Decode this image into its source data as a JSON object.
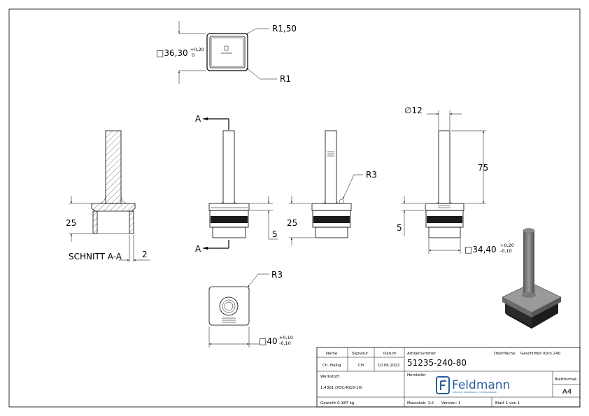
{
  "drawing": {
    "top_view": {
      "size_label": "□36,30",
      "tol_upper": "+0,20",
      "tol_lower": "0",
      "outer_radius": "R1,50",
      "inner_radius": "R1"
    },
    "section": {
      "title": "SCHNITT A-A",
      "height": "25",
      "wall": "2"
    },
    "front_view": {
      "cut_marker_top": "A",
      "cut_marker_bottom": "A",
      "offset": "5"
    },
    "side_view": {
      "radius": "R3",
      "height": "25"
    },
    "right_view": {
      "diameter": "∅12",
      "pin_length": "75",
      "offset": "5",
      "size_label": "□34,40",
      "tol_upper": "+0,20",
      "tol_lower": "-0,10"
    },
    "bottom_view": {
      "radius": "R3",
      "size_label": "□40",
      "tol_upper": "+0,10",
      "tol_lower": "-0,10"
    }
  },
  "title_block": {
    "name_header": "Name",
    "signature_header": "Signatur",
    "date_header": "Datum",
    "name_value": "Ch. Hallig",
    "signature_value": "CH",
    "date_value": "10.06.2022",
    "article_label": "Artikelnummer",
    "surface_label": "Oberfläche:",
    "surface_value": "Geschliffen Korn 240",
    "article_number": "51235-240-80",
    "material_label": "Werkstoff:",
    "material_value": "1.4301 (X5CrNi18-10)",
    "manufacturer_label": "Hersteller",
    "brand_name": "Feldmann",
    "brand_tagline": "EDELSTAHL GELÄNDERBAU · SYSTEMGELÄNDER",
    "format_label": "Blattformat",
    "format_value": "A4",
    "weight": "Gewicht 0.187 kg",
    "scale": "Massstab: 1:2",
    "version": "Version: 1",
    "sheet": "Blatt 1 von 1"
  }
}
